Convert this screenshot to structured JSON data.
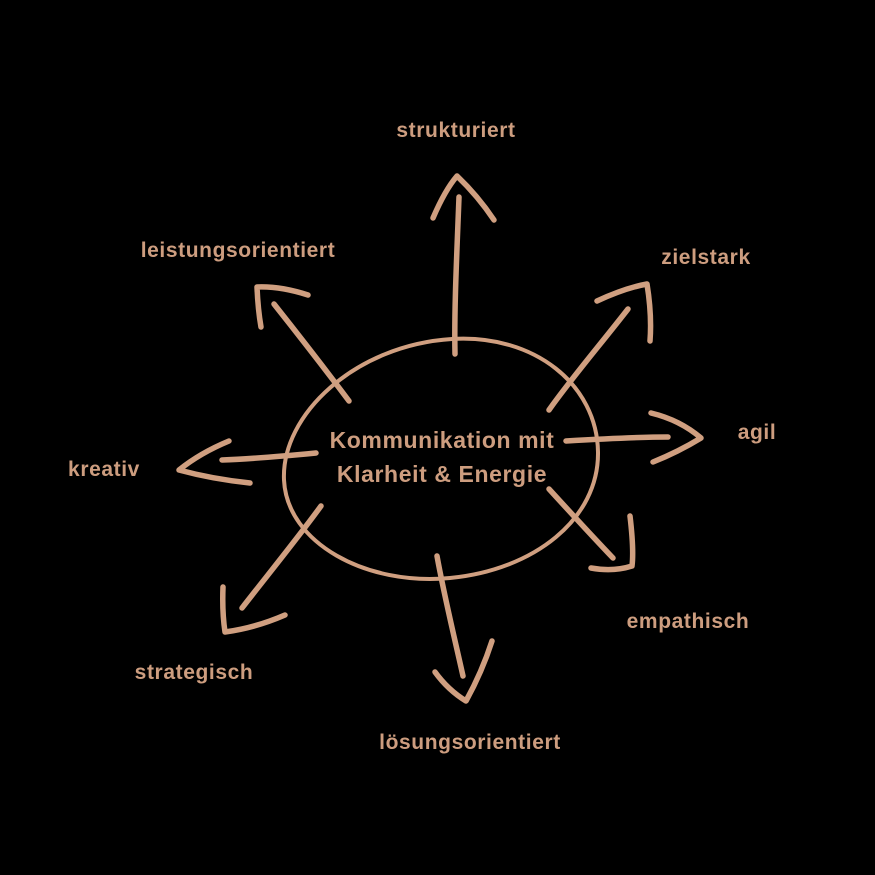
{
  "diagram": {
    "type": "mindmap",
    "center": {
      "line1": "Kommunikation mit",
      "line2": "Klarheit & Energie"
    },
    "spokes": [
      {
        "label": "strukturiert",
        "direction": "top"
      },
      {
        "label": "zielstark",
        "direction": "top-right"
      },
      {
        "label": "agil",
        "direction": "right"
      },
      {
        "label": "empathisch",
        "direction": "bottom-right"
      },
      {
        "label": "lösungsorientiert",
        "direction": "bottom"
      },
      {
        "label": "strategisch",
        "direction": "bottom-left"
      },
      {
        "label": "kreativ",
        "direction": "left"
      },
      {
        "label": "leistungsorientiert",
        "direction": "top-left"
      }
    ],
    "colors": {
      "accent": "#d09f80",
      "background": "#000000"
    }
  }
}
